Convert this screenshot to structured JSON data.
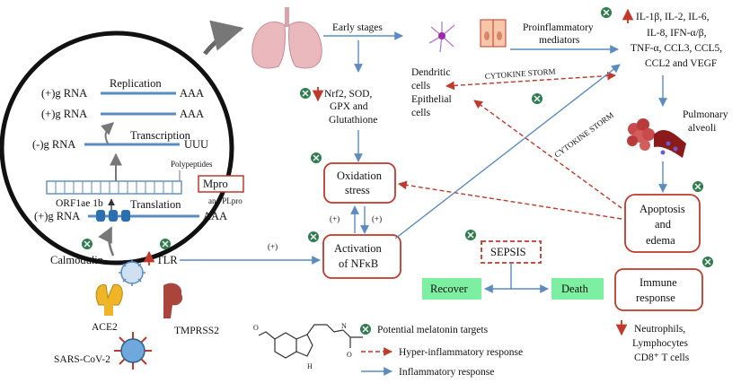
{
  "cell": {
    "replication": "Replication",
    "pos_rna_1": "(+)g RNA",
    "aaa_1": "AAA",
    "pos_rna_2": "(+)g RNA",
    "aaa_2": "AAA",
    "transcription": "Transcription",
    "neg_rna": "(-)g RNA",
    "uuu": "UUU",
    "polypeptides": "Polypeptides",
    "orf": "ORF1ae 1b",
    "mpro": "Mpro",
    "plpro": "and PLpro",
    "translation": "Translation",
    "pos_rna_3": "(+)g RNA",
    "aaa_3": "AAA",
    "calmodulin": "Calmodulin",
    "tlr": "TLR"
  },
  "receptors": {
    "ace2": "ACE2",
    "tmprss2": "TMPRSS2"
  },
  "virus_label": "SARS-CoV-2",
  "pathway": {
    "early_stages": "Early stages",
    "nrf2": [
      "Nrf2, SOD,",
      "GPX and",
      "Glutathione"
    ],
    "dendritic": [
      "Dendritic",
      "cells",
      "Epithelial",
      "cells"
    ],
    "proinflam": [
      "Proinflammatory",
      "mediators"
    ],
    "cytokines": [
      "IL-1β, IL-2, IL-6,",
      "IL-8, IFN-α/β,",
      "TNF-α, CCL3, CCL5,",
      "CCL2 and VEGF"
    ],
    "pulmonary": [
      "Pulmonary",
      "alveoli"
    ],
    "cytokine_storm_1": "CYTOKINE STORM",
    "cytokine_storm_2": "CYTOKINE STORM",
    "oxidation": [
      "Oxidation",
      "stress"
    ],
    "plus_left": "(+)",
    "plus_right": "(+)",
    "plus_tlr": "(+)",
    "nfkb_line1": "Activation",
    "nfkb_line2": "of NFκB",
    "apoptosis": [
      "Apoptosis",
      "and",
      "edema"
    ],
    "sepsis": "SEPSIS",
    "recover": "Recover",
    "death": "Death",
    "immune": [
      "Immune",
      "response"
    ],
    "outcome": [
      "Neutrophils,",
      "Lymphocytes",
      "CD8⁺ T cells"
    ]
  },
  "legend": {
    "melatonin": "Potential melatonin targets",
    "hyper": "Hyper-inflammatory response",
    "inflam": "Inflammatory response"
  },
  "colors": {
    "red": "#c0392b",
    "blue": "#5b8cc1",
    "green_box": "#7cf0a0",
    "green_mark": "#2e7d4f"
  }
}
